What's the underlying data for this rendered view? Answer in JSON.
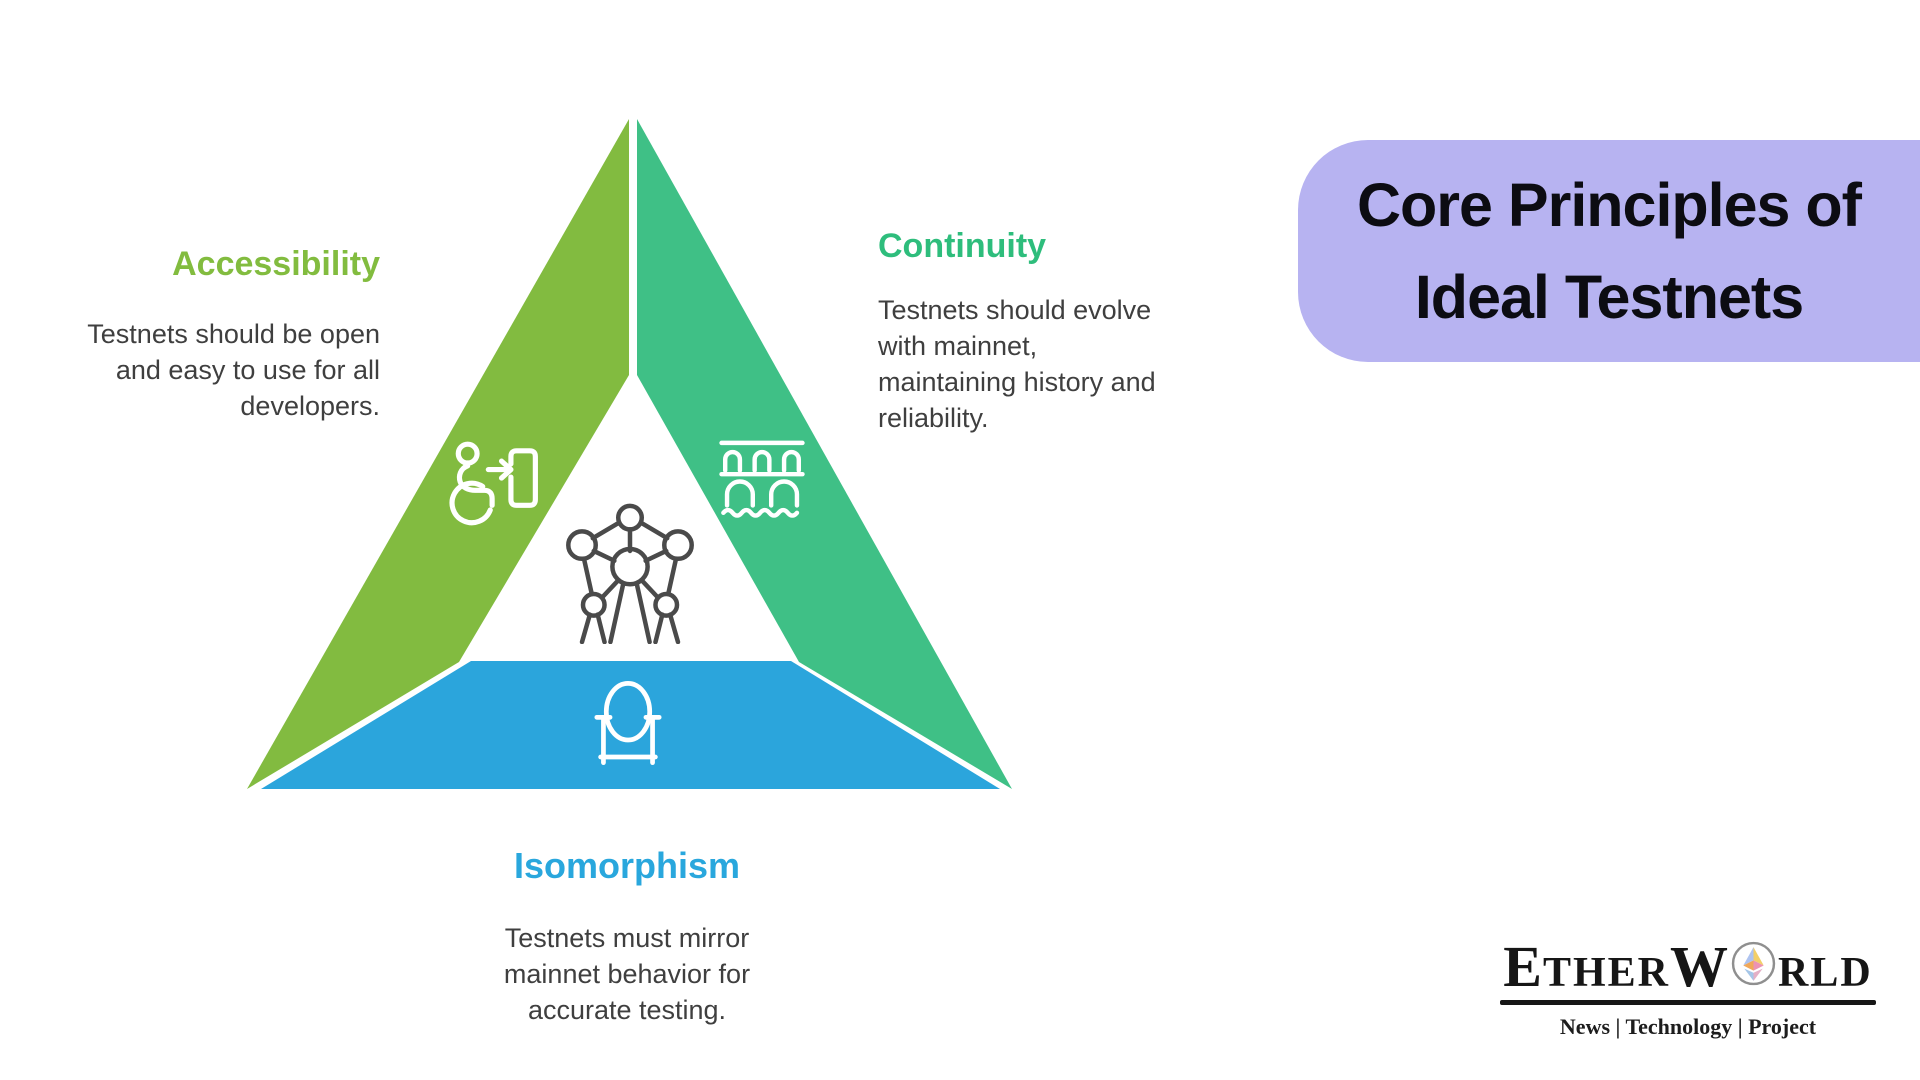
{
  "title_box": {
    "line1": "Core Principles of",
    "line2": "Ideal Testnets",
    "background": "#b7b3f1",
    "text_color": "#0c0c12"
  },
  "principles": [
    {
      "label": "Accessibility",
      "heading_color": "#82bc3f",
      "band_color": "#82bb40",
      "icon": "accessibility-door-icon",
      "description": "Testnets should be open and easy to use for all developers.",
      "desc_lines": [
        "Testnets should be open",
        "and easy to use for all",
        "developers."
      ]
    },
    {
      "label": "Continuity",
      "heading_color": "#2ebd7c",
      "band_color": "#3fc086",
      "icon": "bridge-icon",
      "description": "Testnets should evolve with mainnet, maintaining history and reliability.",
      "desc_lines": [
        "Testnets should evolve",
        "with mainnet,",
        "maintaining history and",
        "reliability."
      ]
    },
    {
      "label": "Isomorphism",
      "heading_color": "#29a7dd",
      "band_color": "#2ba5dc",
      "icon": "mirror-icon",
      "description": "Testnets must mirror mainnet behavior for accurate testing.",
      "desc_lines": [
        "Testnets must mirror",
        "mainnet behavior for",
        "accurate testing."
      ]
    }
  ],
  "center_icon": "atomium-network-icon",
  "body_text_color": "#3f3f3f",
  "logo": {
    "part1": "E",
    "part2": "THER",
    "part3": "W",
    "part4": "RLD",
    "tagline": "News | Technology | Project"
  }
}
